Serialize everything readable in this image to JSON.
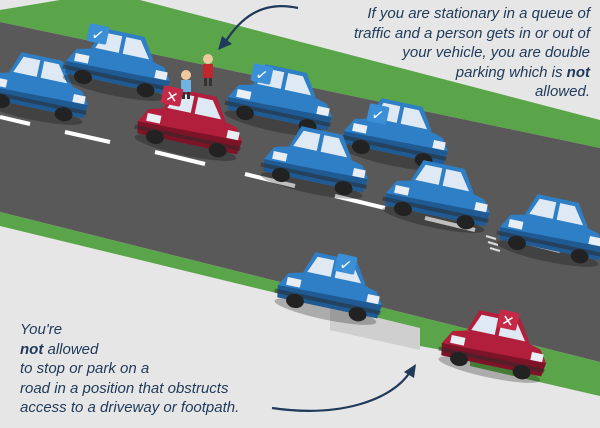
{
  "captions": {
    "top": {
      "line1": "If you are stationary in a queue of",
      "line2": "traffic and a person gets in or out of",
      "line3": "your vehicle, you are double",
      "line4_pre": "parking which is ",
      "line4_bold": "not",
      "line5": "allowed."
    },
    "bottom": {
      "line1": "You're",
      "line2_bold": "not",
      "line2_post": " allowed",
      "line3": "to stop or park on a",
      "line4": "road in a position that obstructs",
      "line5": "access to a driveway or footpath."
    }
  },
  "badges": {
    "tick": "✓",
    "cross": "✕"
  },
  "colors": {
    "road": "#5a5a5a",
    "grass": "#5aa44a",
    "pavement": "#e6e6e6",
    "car_blue": "#2f7fc6",
    "car_red": "#b21f3c",
    "text": "#1f3a5a",
    "arrow": "#1f3a5a"
  },
  "icons": {
    "arrow_top": "curved-arrow-icon",
    "arrow_bottom": "curved-arrow-icon"
  }
}
